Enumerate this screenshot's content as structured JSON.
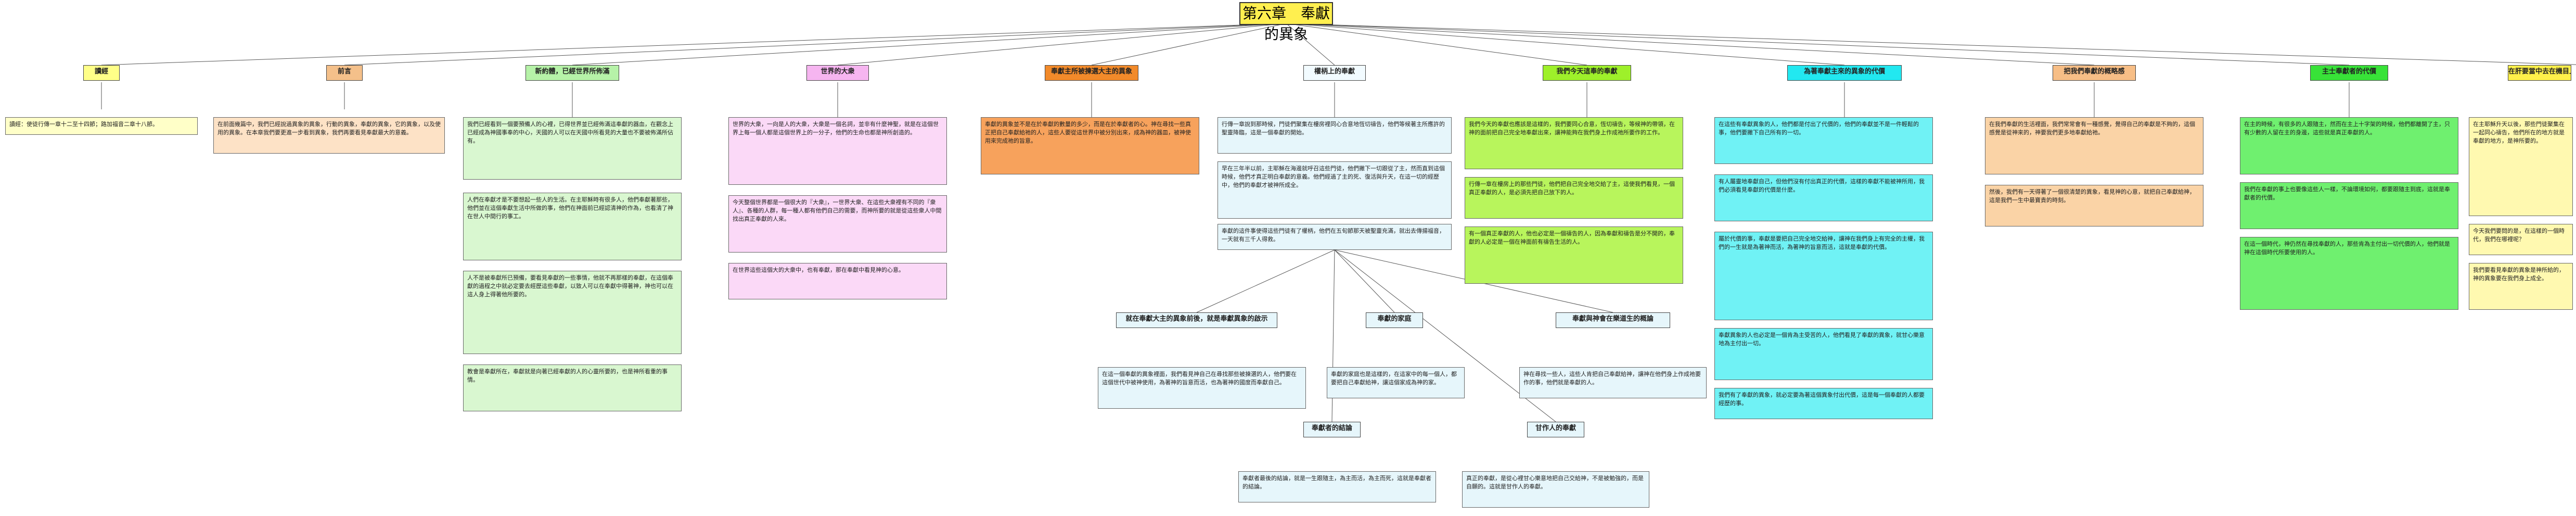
{
  "title": "第六章　奉獻的異象",
  "topics": [
    {
      "label": "讀經",
      "note": "讀經：使徒行傳一章十二至十四節；路加福音二章十八節。"
    },
    {
      "label": "前言",
      "note": "在前面幾篇中，我們已經說過異象的異象，行動的異象，奉獻的異象，它的異象，以及使用的異象。在本章我們要更進一步看到異象，我們再要看見奉獻最大的意義。"
    },
    {
      "label": "新約體，已經世界所佈滿",
      "notes": [
        "我們已經看到一個要預備人的心裡，已得世界並已經佈滿這奉獻的器血，在觀念上已經成為神國事奉的中心，天國的人可以在天國中所看見的大量也不要被佈滿所佔有。",
        "人們在奉獻才是不要想起一些人的生活。在主耶穌時有很多人，他們奉獻著那些，他們並在這個奉獻生活中所做的事，他們在神面前已經認清神的作為，也看清了神在世人中間行的事工。",
        "人不是被奉獻所已預備，要看見奉獻的一些事情，他就不再那樣的奉獻，在這個奉獻的過程之中就必定要去經歷這些奉獻，以致人可以在奉獻中得著神，神也可以在這人身上得著他所要的。",
        "教會是奉獻所在，奉獻就是向著已經奉獻的人的心靈所要的，也是神所看重的事情。"
      ]
    },
    {
      "label": "世界的大衆",
      "notes": [
        "世界的大衆，一向是人的大衆，大衆是一個名詞，並非有什麼神聖，就是在這個世界上每一個人都是這個世界上的一分子，他們的生命也都是神所創造的。",
        "今天整個世界都是一個很大的『大衆』，一世界大衆、在這些大衆裡有不同的『衆人』、各種的人群，每一種人都有他們自己的需要，而神所要的就是從這些衆人中間找出真正奉獻的人來。",
        "在世界這些這個大的大衆中，也有奉獻，那在奉獻中看見神的心意。"
      ]
    },
    {
      "label": "奉獻主所被揀選大主的異象",
      "note": "奉獻的異象並不是在於奉獻的數量的多少，而是在於奉獻者的心。神在尋找一些真正把自己奉獻給祂的人，這些人要從這世界中被分別出來，成為神的器皿，被神使用來完成祂的旨意。"
    },
    {
      "label": "權柄上的奉獻",
      "notes": [
        "行傳一章說到那時候，門徒們聚集在樓房裡同心合意地恆切禱告，他們等候著主所應許的聖靈降臨，這是一個奉獻的開始。",
        "早在三年半以前，主耶穌在海邊就呼召這些門徒，他們撇下一切跟從了主，然而直到這個時候，他們才真正明白奉獻的意義。他們經過了主的死、復活與升天，在這一切的經歷中，他們的奉獻才被神所成全。",
        "奉獻的這件事使得這些門徒有了權柄，他們在五旬節那天被聖靈充滿，就出去傳揚福音，一天就有三千人得救。"
      ]
    },
    {
      "label": "我們今天這奉的奉獻",
      "notes": [
        "我們今天的奉獻也應該是這樣的，我們要同心合意，恆切禱告，等候神的帶領，在神的面前把自己完全地奉獻出來，讓神能夠在我們身上作成祂所要作的工作。",
        "行傳一章在樓房上的那些門徒，他們把自己完全地交給了主，這使我們看見，一個真正奉獻的人，是必須先把自己放下的人。",
        "有一個真正奉獻的人，他也必定是一個禱告的人，因為奉獻和禱告是分不開的，奉獻的人必定是一個在神面前有禱告生活的人。"
      ]
    },
    {
      "label": "為著奉獻主來的異象的代價",
      "notes": [
        "在這些有奉獻異象的人，他們都是付出了代價的，他們的奉獻並不是一件輕鬆的事，他們要撇下自己所有的一切。",
        "有人屬靈地奉獻自己，但他們沒有付出真正的代價，這樣的奉獻不能被神所用，我們必須看見奉獻的代價是什麼。",
        "屬於代價的事，奉獻是要把自己完全地交給神，讓神在我們身上有完全的主權，我們的一生就是為著神而活，為著神的旨意而活，這就是奉獻的代價。",
        "奉獻異象的人也必定是一個肯為主受苦的人，他們看見了奉獻的異象，就甘心樂意地為主付出一切。",
        "我們有了奉獻的異象，就必定要為著這個異象付出代價，這是每一個奉獻的人都要經歷的事。"
      ]
    },
    {
      "label": "把我們奉獻的概略感",
      "notes": [
        "在我們奉獻的生活裡面，我們常常會有一種感覺，覺得自己的奉獻是不夠的，這個感覺是從神來的，神要我們更多地奉獻給祂。",
        "然後，我們有一天得著了一個很清楚的異象，看見神的心意，就把自己奉獻給神，這是我們一生中最寶貴的時刻。"
      ]
    },
    {
      "label": "主士奉獻者的代價",
      "notes": [
        "在主的時候，有很多的人跟隨主，然而在主上十字架的時候，他們都離開了主，只有少數的人留在主的身邊，這些就是真正奉獻的人。",
        "我們在奉獻的事上也要像這些人一樣，不論環境如何，都要跟隨主到底，這就是奉獻者的代價。",
        "在這一個時代，神仍然在尋找奉獻的人，那些肯為主付出一切代價的人，他們就是神在這個時代所要使用的人。"
      ]
    },
    {
      "label": "在肝要當中去在機目上？",
      "notes": [
        "在主耶穌升天以後，那些門徒聚集在一起同心禱告，他們所在的地方就是奉獻的地方，是神所要的。",
        "今天我們要問的是，在這樣的一個時代，我們在哪裡呢？",
        "我們要看見奉獻的異象是神所給的，神的異象要在我們身上成全。"
      ]
    }
  ],
  "sub_topics": [
    {
      "label": "就在奉獻大主的異象前後，就是奉獻異象的啟示",
      "note": "在這一個奉獻的異象裡面，我們看見神自己在尋找那些被揀選的人，他們要在這個世代中被神使用，為著神的旨意而活，也為著神的國度而奉獻自己。"
    },
    {
      "label": "奉獻的家庭",
      "note": "奉獻的家庭也是這樣的，在這家中的每一個人，都要把自己奉獻給神，讓這個家成為神的家。"
    },
    {
      "label": "奉獻與神會在樂道生的概論",
      "note": "神在尋找一些人，這些人肯把自己奉獻給神，讓神在他們身上作成祂要作的事，他們就是奉獻的人。"
    },
    {
      "label": "奉獻者的結論",
      "note": "奉獻者最後的結論，就是一生跟隨主，為主而活，為主而死，這就是奉獻者的結論。"
    },
    {
      "label": "甘作人的奉獻",
      "note": "真正的奉獻，是從心裡甘心樂意地把自己交給神，不是被勉強的，而是自願的。這就是甘作人的奉獻。"
    }
  ]
}
